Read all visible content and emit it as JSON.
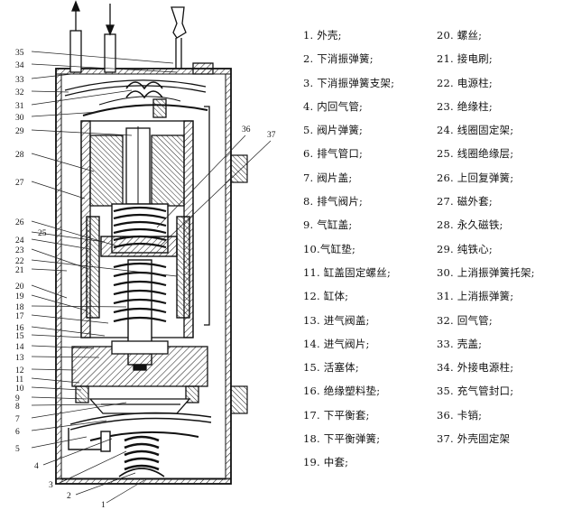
{
  "callout_numbers": [
    "1",
    "2",
    "3",
    "4",
    "5",
    "6",
    "7",
    "8",
    "9",
    "10",
    "11",
    "12",
    "13",
    "14",
    "15",
    "16",
    "17",
    "18",
    "19",
    "20",
    "21",
    "22",
    "23",
    "24",
    "25",
    "26",
    "27",
    "28",
    "29",
    "30",
    "31",
    "32",
    "33",
    "34",
    "35",
    "36",
    "37"
  ],
  "legend": [
    {
      "text": "1. 外壳;"
    },
    {
      "text": "2. 下消振弹簧;"
    },
    {
      "text": "3. 下消振弹簧支架;"
    },
    {
      "text": "4. 内回气管;"
    },
    {
      "text": "5. 阀片弹簧;"
    },
    {
      "text": "6. 排气管口;"
    },
    {
      "text": "7. 阀片盖;"
    },
    {
      "text": "8. 排气阀片;"
    },
    {
      "text": "9. 气缸盖;"
    },
    {
      "text": "10.气缸垫;"
    },
    {
      "text": "11. 缸盖固定螺丝;"
    },
    {
      "text": "12. 缸体;"
    },
    {
      "text": "13. 进气阀盖;"
    },
    {
      "text": "14. 进气阀片;"
    },
    {
      "text": "15. 活塞体;"
    },
    {
      "text": "16. 绝缘塑料垫;"
    },
    {
      "text": "17. 下平衡套;"
    },
    {
      "text": "18. 下平衡弹簧;"
    },
    {
      "text": "19. 中套;"
    },
    {
      "text": "20. 螺丝;"
    },
    {
      "text": "21. 接电刷;"
    },
    {
      "text": "22. 电源柱;"
    },
    {
      "text": "23. 绝缘柱;"
    },
    {
      "text": "24. 线圈固定架;"
    },
    {
      "text": "25. 线圈绝缘层;"
    },
    {
      "text": "26. 上回复弹簧;"
    },
    {
      "text": "27. 磁外套;"
    },
    {
      "text": "28. 永久磁铁;"
    },
    {
      "text": "29. 纯铁心;"
    },
    {
      "text": "30. 上消振弹簧托架;"
    },
    {
      "text": "31. 上消振弹簧;"
    },
    {
      "text": "32. 回气管;"
    },
    {
      "text": "33. 壳盖;"
    },
    {
      "text": "34. 外接电源柱;"
    },
    {
      "text": "35. 充气管封口;"
    },
    {
      "text": "36. 卡销;"
    },
    {
      "text": "37. 外壳固定架"
    }
  ]
}
